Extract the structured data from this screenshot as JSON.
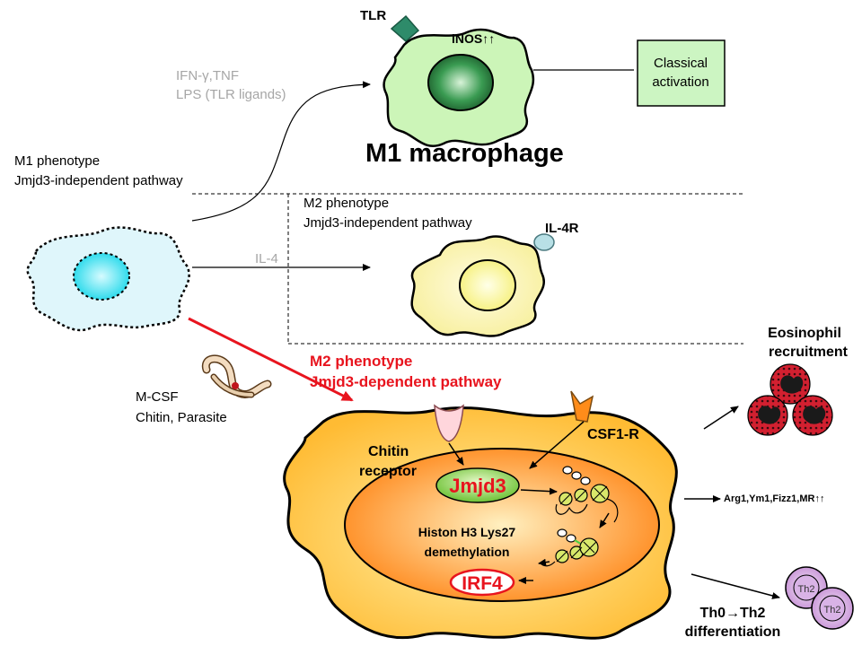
{
  "labels": {
    "tlr": "TLR",
    "inos": "iNOS↑↑",
    "ifn": "IFN-γ,TNF",
    "lps": "LPS (TLR ligands)",
    "classical_1": "Classical",
    "classical_2": "activation",
    "m1_title": "M1 macrophage",
    "m1_pheno_1": "M1 phenotype",
    "m1_pheno_2": "Jmjd3-independent pathway",
    "m2_pheno_1": "M2 phenotype",
    "m2_pheno_2": "Jmjd3-independent pathway",
    "il4r": "IL-4R",
    "il4": "IL-4",
    "m2_dep_1": "M2 phenotype",
    "m2_dep_2": "Jmjd3-dependent pathway",
    "mcsf": "M-CSF",
    "chitin_parasite": "Chitin, Parasite",
    "eos_1": "Eosinophil",
    "eos_2": "recruitment",
    "chitin_rec_1": "Chitin",
    "chitin_rec_2": "receptor",
    "csf1r": "CSF1-R",
    "jmjd3": "Jmjd3",
    "histon_1": "Histon H3 Lys27",
    "histon_2": "demethylation",
    "irf4": "IRF4",
    "arg1": "Arg1,Ym1,Fizz1,MR↑↑",
    "th0_1": "Th0→Th2",
    "th0_2": "differentiation",
    "th2_a": "Th2",
    "th2_b": "Th2"
  },
  "colors": {
    "m1_cell": "#ccf5b8",
    "m1_nucleus": "#2e8b46",
    "classical_box": "#ccf5c2",
    "precursor_cell": "#dff6fb",
    "precursor_nucleus": "#2fe0ee",
    "m2_cell": "#fbf5b0",
    "m2_nucleus": "#ffffa8",
    "m2dep_cell": "#ffc64a",
    "m2dep_nucleus": "#ff9a30",
    "highlight_red": "#e8141e",
    "jmjd3_oval": "#9bdc55"
  }
}
